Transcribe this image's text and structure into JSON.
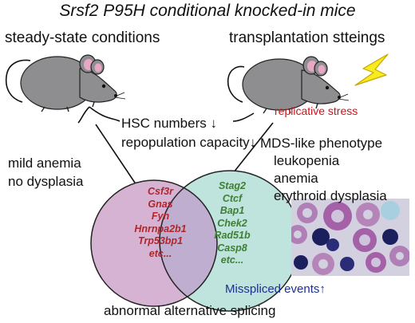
{
  "title": "Srsf2 P95H conditional knocked-in mice",
  "left_panel": {
    "heading": "steady-state conditions",
    "notes": [
      "mild anemia",
      "no dysplasia"
    ]
  },
  "right_panel": {
    "heading": "transplantation stteings",
    "stress_label": "replicative stress",
    "phenotype_heading": "MDS-like phenotype",
    "phenotype_items": [
      "leukopenia",
      "anemia",
      "erythroid dysplasia"
    ]
  },
  "center_notes": [
    "HSC numbers ↓",
    "repopulation capacity↓"
  ],
  "venn": {
    "shared_genes": [
      "Csf3r",
      "Gnas",
      "Fyn",
      "Hnrnpa2b1",
      "Trp53bp1",
      "etc..."
    ],
    "right_genes": [
      "Stag2",
      "Ctcf",
      "Bap1",
      "Chek2",
      "Rad51b",
      "Casp8",
      "etc..."
    ],
    "events_label": "Misspliced events↑",
    "bottom_label": "abnormal alternative splicing",
    "colors": {
      "left_circle": "#d6b3d3",
      "right_circle": "#bfe3dd",
      "overlap": "#bfaecf",
      "shared_genes_text": "#b0262a",
      "right_genes_text": "#3f7f34"
    }
  },
  "icons": [
    "mouse-icon",
    "mouse-icon",
    "lightning-bolt-icon",
    "arrow-icon",
    "arrow-icon",
    "micrograph-image"
  ],
  "colors": {
    "mouse_body": "#8e8d8f",
    "lightning": "#f7ec1e",
    "stress_text": "#c8161d",
    "events_text": "#1e2f8f"
  }
}
